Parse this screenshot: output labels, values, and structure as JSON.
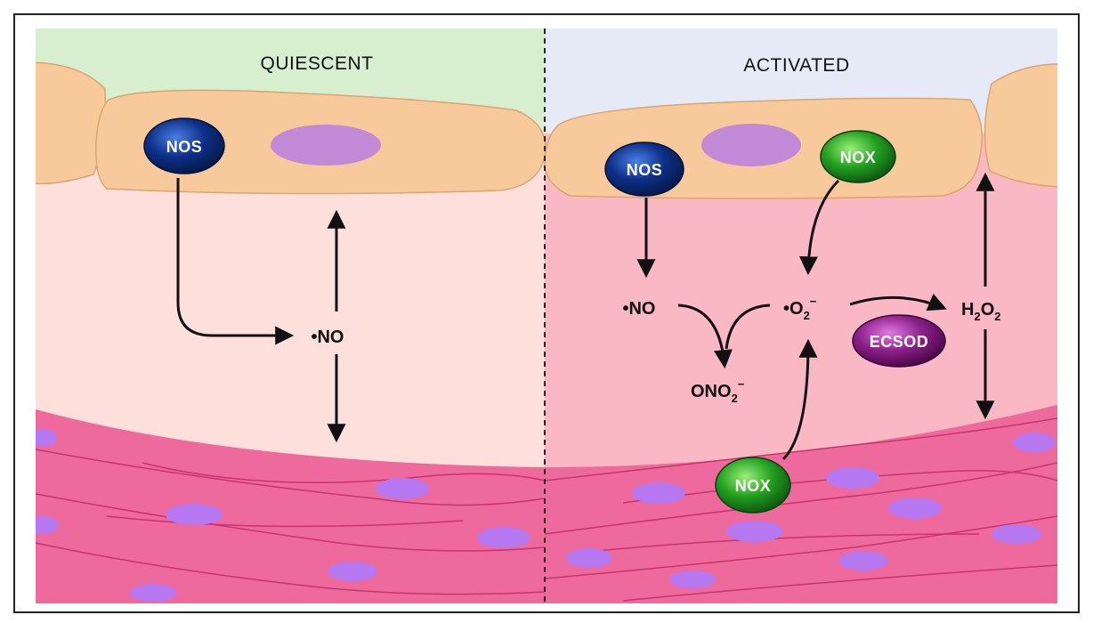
{
  "panels": {
    "left_title": "QUIESCENT",
    "right_title": "ACTIVATED"
  },
  "enzymes": {
    "nos": "NOS",
    "nox": "NOX",
    "ecsod": "ECSOD"
  },
  "molecules": {
    "nitric_oxide": "•NO",
    "superoxide_base": "•O",
    "superoxide_sub": "2",
    "superoxide_sup": "−",
    "peroxynitrite_base": "ONO",
    "peroxynitrite_sub": "2",
    "peroxynitrite_sup": "−",
    "h2o2_h": "H",
    "h2o2_sub1": "2",
    "h2o2_o": "O",
    "h2o2_sub2": "2"
  },
  "colors": {
    "quiescent_bg": "#d8efcf",
    "activated_bg": "#e6e9f6",
    "endothelium": "#f8c99a",
    "nucleus": "#c28ad6",
    "quiescent_lumen": "#fde0dc",
    "activated_lumen": "#f9b8c4",
    "smooth_muscle": "#ee6a9c",
    "smc_nucleus": "#b678f0",
    "nos": "#0d2f87",
    "nox": "#22a020",
    "ecsod": "#8a1e88"
  }
}
